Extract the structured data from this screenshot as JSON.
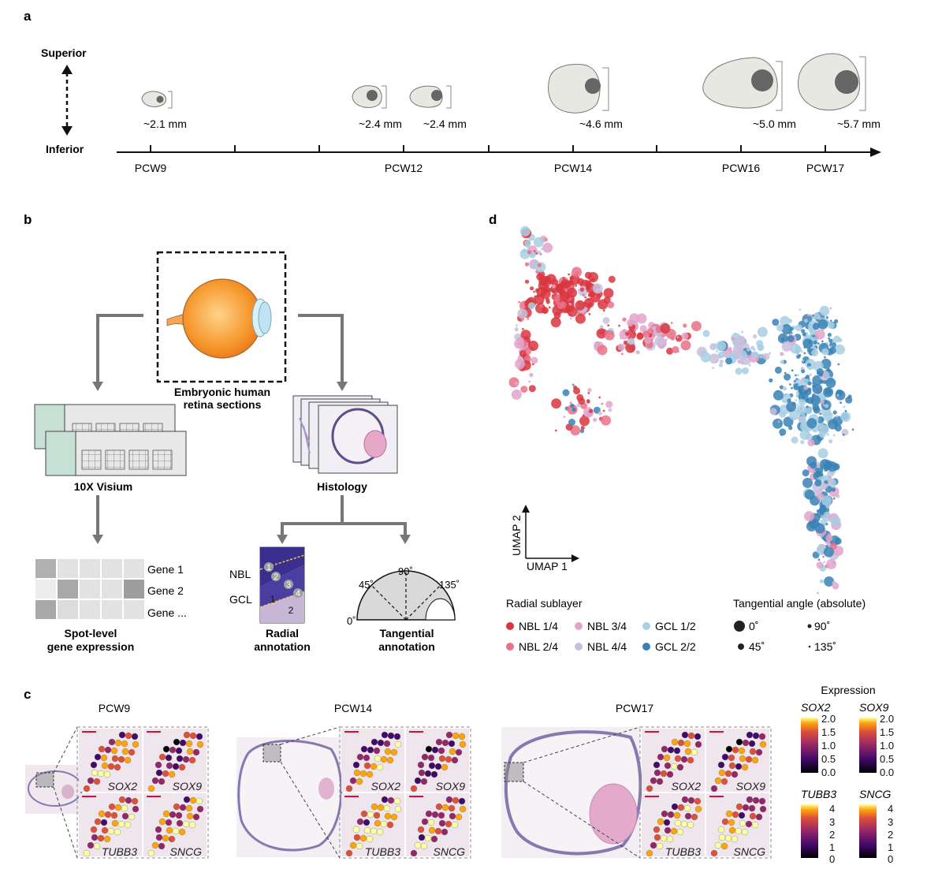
{
  "panel_a": {
    "label": "a",
    "superior": "Superior",
    "inferior": "Inferior",
    "eyes": [
      {
        "size": "~2.1 mm"
      },
      {
        "size": "~2.4 mm"
      },
      {
        "size": "~2.4 mm"
      },
      {
        "size": "~4.6 mm"
      },
      {
        "size": "~5.0 mm"
      },
      {
        "size": "~5.7 mm"
      }
    ],
    "ticks": [
      "PCW9",
      "PCW12",
      "PCW14",
      "PCW16",
      "PCW17"
    ]
  },
  "panel_b": {
    "label": "b",
    "eye_title_1": "Embryonic human",
    "eye_title_2": "retina sections",
    "visium": "10X Visium",
    "histology": "Histology",
    "genes": [
      "Gene 1",
      "Gene 2",
      "Gene ..."
    ],
    "spot_1": "Spot-level",
    "spot_2": "gene expression",
    "nbl": "NBL",
    "gcl": "GCL",
    "radial_1": "Radial",
    "radial_2": "annotation",
    "tang_1": "Tangential",
    "tang_2": "annotation",
    "angles": [
      "0˚",
      "45˚",
      "90˚",
      "135˚"
    ],
    "numbers": [
      "1",
      "2",
      "3",
      "4",
      "1",
      "2"
    ]
  },
  "panel_c": {
    "label": "c",
    "timepoints": [
      "PCW9",
      "PCW14",
      "PCW17"
    ],
    "genes": [
      "SOX2",
      "SOX9",
      "TUBB3",
      "SNCG"
    ],
    "expression_title": "Expression",
    "scale_top": [
      "2.0",
      "1.5",
      "1.0",
      "0.5",
      "0.0"
    ],
    "scale_bottom": [
      "4",
      "3",
      "2",
      "1",
      "0"
    ]
  },
  "panel_d": {
    "label": "d",
    "axis_x": "UMAP 1",
    "axis_y": "UMAP 2",
    "radial_title": "Radial sublayer",
    "tangential_title": "Tangential angle (absolute)",
    "radial_legend": [
      {
        "name": "NBL 1/4",
        "color": "#d9363e"
      },
      {
        "name": "NBL 2/4",
        "color": "#e8718a"
      },
      {
        "name": "NBL 3/4",
        "color": "#e3a3cb"
      },
      {
        "name": "NBL 4/4",
        "color": "#c9bfdc"
      },
      {
        "name": "GCL 1/2",
        "color": "#a8cfe3"
      },
      {
        "name": "GCL 2/2",
        "color": "#3a82b5"
      }
    ],
    "angle_legend": [
      "0˚",
      "45˚",
      "90˚",
      "135˚"
    ]
  }
}
